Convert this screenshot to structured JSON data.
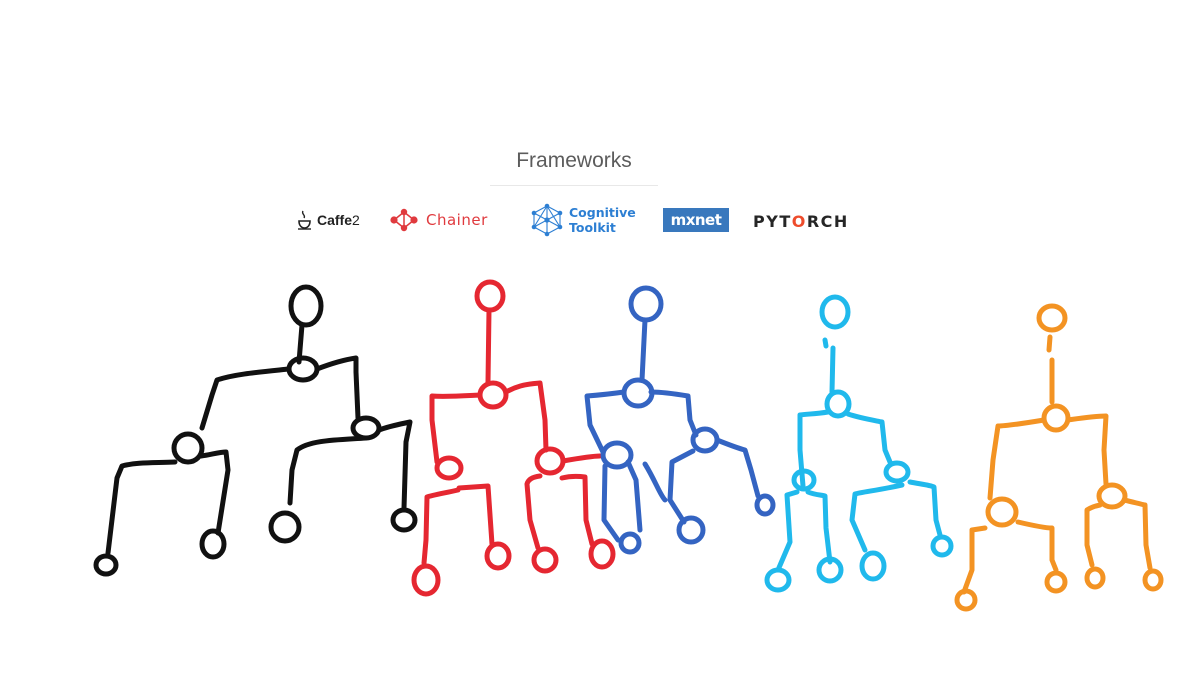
{
  "heading": "Frameworks",
  "logos": {
    "caffe2": {
      "word": "Caffe",
      "num": "2"
    },
    "chainer": {
      "label": "Chainer"
    },
    "cntk": {
      "line1": "Cognitive",
      "line2": "Toolkit"
    },
    "mxnet": {
      "label": "mxnet"
    },
    "pytorch": {
      "pre": "PYT",
      "flame": "O",
      "post": "RCH"
    }
  },
  "colors": {
    "black": "#111111",
    "red": "#e52731",
    "blue": "#3464c2",
    "cyan": "#20b9ec",
    "orange": "#f39323"
  },
  "trees": [
    {
      "name": "tree-black",
      "color_key": "black"
    },
    {
      "name": "tree-red",
      "color_key": "red"
    },
    {
      "name": "tree-blue",
      "color_key": "blue"
    },
    {
      "name": "tree-cyan",
      "color_key": "cyan"
    },
    {
      "name": "tree-orange",
      "color_key": "orange"
    }
  ]
}
